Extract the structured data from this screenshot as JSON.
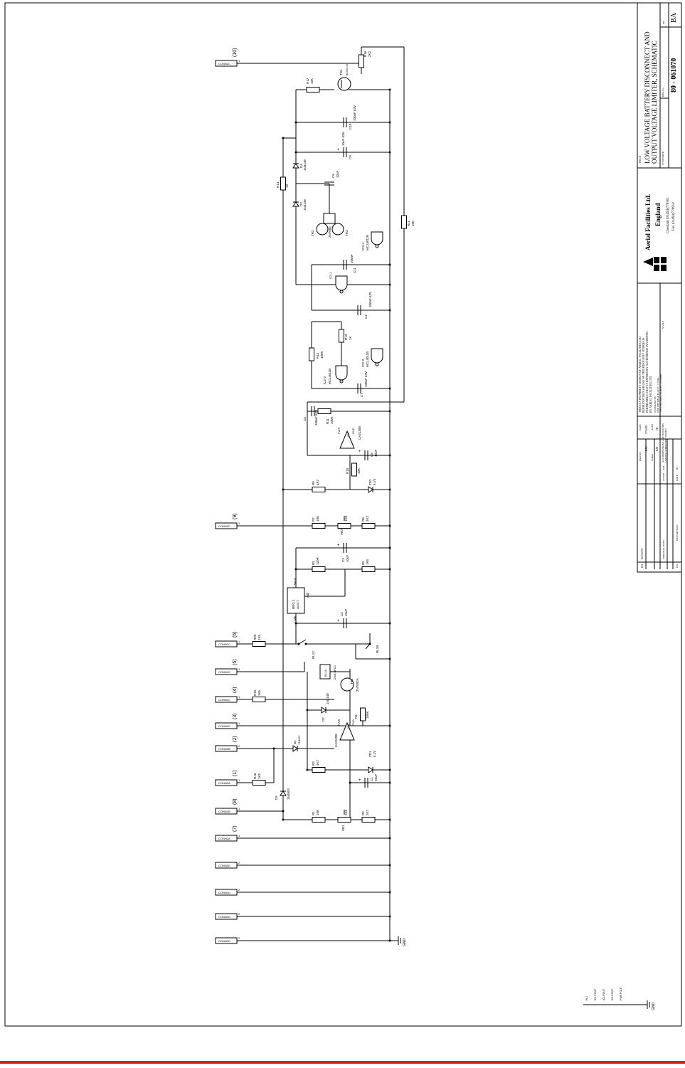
{
  "title_block": {
    "title_label": "TITLE",
    "title_line1": "LOW VOLTAGE BATTERY DISCONNECT AND",
    "title_line2": "OUTPUT VOLTAGE LIMITER, SCHEMATIC",
    "company_name": "Aerial Facilities Ltd.",
    "company_country": "England",
    "company_tel": "Chesham (01494)778301",
    "company_fax": "Fax (01494)778910",
    "drawing_no_label": "DRG No.",
    "drawing_number": "80 - 061070",
    "revision_label": "ISS",
    "revision": "BA",
    "customer_label": "CUSTOMER",
    "scale_label": "SCALE",
    "drawn_label": "DRAWN",
    "drawn_by": "PAC",
    "date_label": "DATE",
    "date": "27/5/98",
    "chkd_label": "CHKD",
    "chkd_by": "BM",
    "appd_label": "APPD",
    "appd_by": "JD",
    "proprietary_1": "THIS IS A PROPRIETY DESIGN OF AERIAL FACILITIES LTD",
    "proprietary_2": "REPRODUCTION OR USE OF THIS DESIGN BY OTHERS IS",
    "proprietary_3": "PERMISSIBLE ONLY IF EXPRESSLY AUTHORISED IN WRITING",
    "proprietary_4": "BY AERIAL FACILITIES LTD.",
    "tolerances_label": "TOLERANCES",
    "tol_1": "ONE DECIMAL PLACE ± 0.5mm",
    "tol_2": "TWO DECIMAL PLACES ± 0.05mm",
    "dims_note_1": "ALL DIMENSIONS ARE IN INCHES",
    "dims_note_2": "UNLESS OTHERWISE STATED",
    "rev_issue": "BA",
    "rev_ecn": "ECN1357",
    "rev_desc": "ORIGINAL ISSUE",
    "rev_date": "27/5/98",
    "rev_by": "DJL",
    "col_iss": "ISS",
    "col_desc": "DESCRIPTION",
    "col_date": "DATE",
    "col_by": "BY"
  },
  "connectors": [
    {
      "name": "CONN2C",
      "pin": "1",
      "label": "(10)"
    },
    {
      "name": "CONN2C",
      "pin": "2",
      "label": "(9)"
    },
    {
      "name": "CONN1C",
      "pin": "1",
      "label": "(6)"
    },
    {
      "name": "CONN1C",
      "pin": "1",
      "label": "(5)"
    },
    {
      "name": "CONN1C",
      "pin": "1",
      "label": "(4)"
    },
    {
      "name": "CONN1C",
      "pin": "1",
      "label": "(3)"
    },
    {
      "name": "CONN1B",
      "pin": "2",
      "label": "(2)"
    },
    {
      "name": "CONN1A",
      "pin": "1",
      "label": "(1)"
    },
    {
      "name": "CONN1B",
      "pin": "1",
      "label": "(8)"
    },
    {
      "name": "CONN2A",
      "pin": "1",
      "label": "(7)"
    },
    {
      "name": "CONN1E",
      "pin": "2",
      "label": ""
    },
    {
      "name": "CONN1D",
      "pin": "2",
      "label": ""
    },
    {
      "name": "CONN1D",
      "pin": "2",
      "label": ""
    },
    {
      "name": "CONN1D",
      "pin": "2",
      "label": ""
    }
  ],
  "components": {
    "r17": "R17",
    "r17v": "10K",
    "tr4": "TR4",
    "tr4v": "BCX53-16",
    "r16": "R16",
    "r16v": "2K2",
    "c10": "C10",
    "c10v": "100nF 63V",
    "c9": "C9",
    "c9v": "10uF 63V",
    "d4": "D4",
    "d4v": "1N4148",
    "d3": "D3",
    "d3v": "1N4148",
    "c8": "C8",
    "c8v": "10uF",
    "r14": "R14",
    "r14v": "1K",
    "tr2": "TR2",
    "tr2v": "2N7002",
    "tr3": "TR3",
    "r11": "R11",
    "r11v": "10K",
    "c11": "C11",
    "c11v": "100nF",
    "ic31": "IC3-1",
    "ic34": "IC3-4",
    "ic34v": "MC14011B",
    "c4": "C4",
    "c4v": "100nF 63V",
    "r12": "R12",
    "r12v": "100K",
    "r13": "R13",
    "r13v": "1K",
    "ic22": "IC2-2",
    "ic22v": "MC14011B",
    "ic23": "IC2-3",
    "ic23v": "MC14011B",
    "c7": "C7",
    "c7v": "100nF 63V",
    "c5": "C5",
    "c5v": "100nF 63V",
    "r11b": "R11",
    "r11bv": "100K",
    "ic1": "IC1",
    "ic1v": "CA3130E",
    "c6": "C6",
    "c6v": "10uF",
    "r10": "R10",
    "r10v": "10K",
    "r9": "R9",
    "r9v": "4K7",
    "zd2": "ZD2",
    "zd2v": "5.1V",
    "r7": "R7",
    "r7v": "10K",
    "vr2": "VR2",
    "vr2v": "1K8",
    "r8": "R8",
    "r8v": "2K2",
    "c3": "C3",
    "c3v": "10uF",
    "r5": "R5",
    "r5v": "120R",
    "r6": "R6",
    "r6v": "1K5",
    "reg1": "REG 1",
    "reg1v": "LM317T",
    "vout": "Vout",
    "adj": "Adj",
    "vin": "Vin",
    "c2": "C2",
    "c2v": "10uF",
    "r20": "R20",
    "r20v": "1K5",
    "rl1c": "RL1C",
    "rl1b": "RL1B",
    "rl1a": "RL1A",
    "rl1av": "12Vdc DPCO",
    "tr1": "TR1",
    "tr1v": "2N7002A",
    "r19": "R19",
    "r19v": "1K5",
    "d2": "D2",
    "d2v": "1N4148",
    "r4": "R4",
    "r4v": "100K",
    "ic1b": "IC1",
    "ic1bv": "CA3130E",
    "d1": "D1",
    "d1v": "1N4003",
    "r3": "R3",
    "r3v": "4K7",
    "zd1": "ZD1",
    "zd1v": "5.1V",
    "r18": "R18",
    "r18v": "1K5",
    "c1": "C1",
    "c1v": "10uF",
    "d5": "D5",
    "d5v": "1N4003",
    "r1": "R1",
    "r1v": "10K",
    "vr1": "VR1",
    "vr1v": "1K8",
    "r2": "R2",
    "r2v": "2K7",
    "pwr": "PWR",
    "gnd": "GND"
  },
  "net_labels": {
    "gnd_main": "GND",
    "gnd_legend": "GND"
  },
  "power_legend": [
    "RL1",
    "IC1 POUT",
    "IC2 POUT",
    "IC3 POUT",
    "PWR POUT"
  ],
  "colors": {
    "ink": "#000000",
    "bottom_rule": "#d81e1e"
  }
}
